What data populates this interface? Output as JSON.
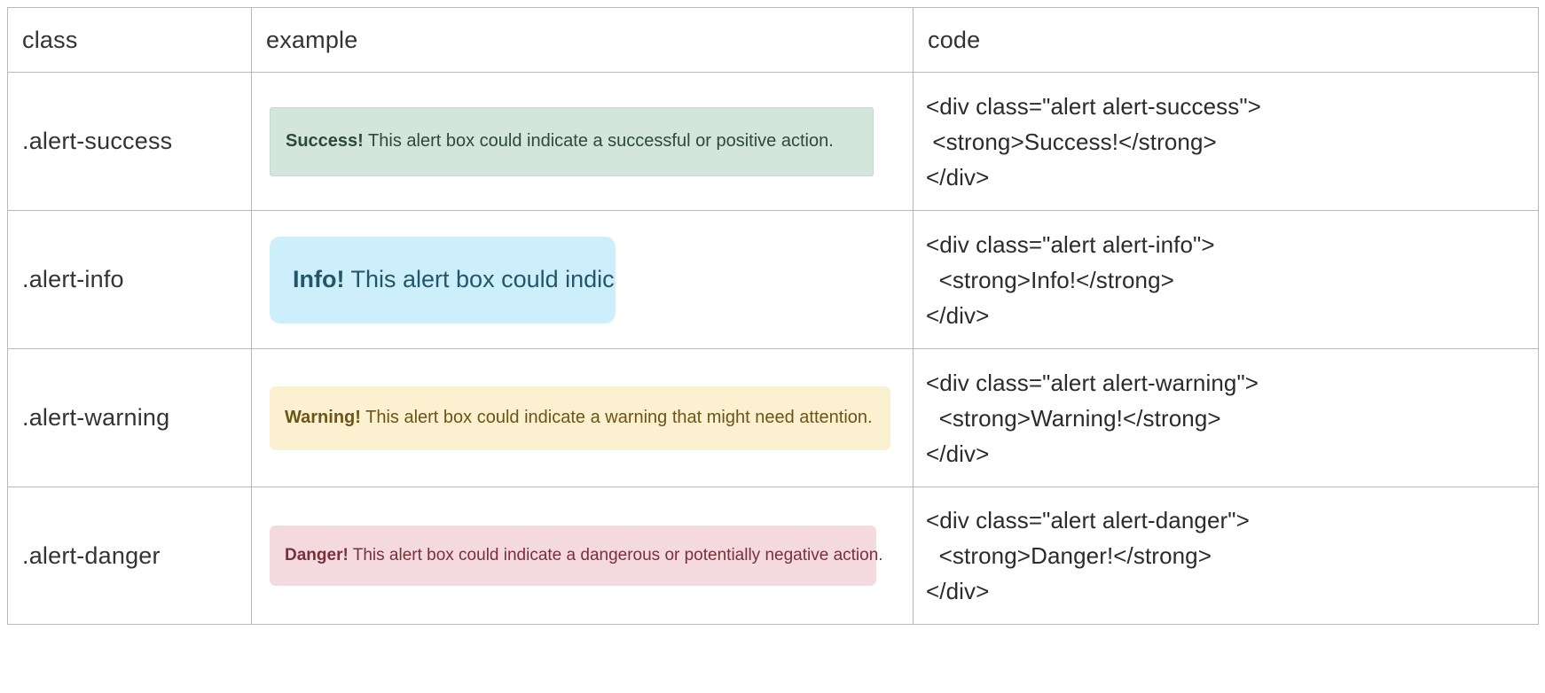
{
  "table": {
    "headers": [
      "class",
      "example",
      "code"
    ],
    "rows": [
      {
        "class_name": ".alert-success",
        "alert": {
          "variant": "success",
          "strong": "Success!",
          "message": " This alert box could indicate a successful or positive action.",
          "bg_color": "#d4e5db",
          "text_color": "#2d4a36"
        },
        "code": "<div class=\"alert alert-success\">\n <strong>Success!</strong>\n</div>"
      },
      {
        "class_name": ".alert-info",
        "alert": {
          "variant": "info",
          "strong": "Info!",
          "message": " This alert box could indicate a neutral informative change or action.",
          "bg_color": "#cdeefb",
          "text_color": "#235668"
        },
        "code": "<div class=\"alert alert-info\">\n  <strong>Info!</strong>\n</div>"
      },
      {
        "class_name": ".alert-warning",
        "alert": {
          "variant": "warning",
          "strong": "Warning!",
          "message": " This alert box could indicate a warning that might need attention.",
          "bg_color": "#fbf0cf",
          "text_color": "#6b5518"
        },
        "code": "<div class=\"alert alert-warning\">\n  <strong>Warning!</strong>\n</div>"
      },
      {
        "class_name": ".alert-danger",
        "alert": {
          "variant": "danger",
          "strong": "Danger!",
          "message": " This alert box could indicate a dangerous or potentially negative action.",
          "bg_color": "#f4dade",
          "text_color": "#79303c"
        },
        "code": "<div class=\"alert alert-danger\">\n  <strong>Danger!</strong>\n</div>"
      }
    ]
  },
  "colors": {
    "border": "#b8b8b8",
    "page_background": "#ffffff",
    "text": "#333333"
  }
}
